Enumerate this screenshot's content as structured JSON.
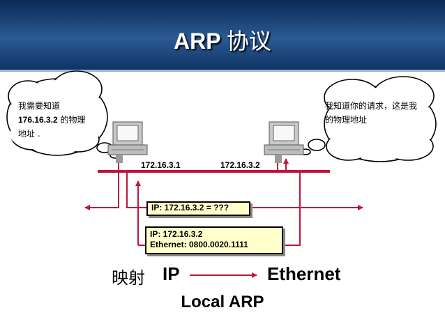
{
  "slide": {
    "title_latin": "ARP",
    "title_chinese": "协议"
  },
  "bubbles": {
    "left": {
      "line1": "我需要知道",
      "ip": "176.16.3.2",
      "line2_suffix": " 的物理",
      "line3": "地址 ."
    },
    "right": {
      "line1": "我知道你的请求，这是我",
      "line2": "的物理地址"
    }
  },
  "hosts": {
    "left_ip": "172.16.3.1",
    "right_ip": "172.16.3.2"
  },
  "messages": {
    "request": "IP: 172.16.3.2 = ???",
    "reply_ip": "IP: 172.16.3.2",
    "reply_ethernet": "Ethernet: 0800.0020.1111"
  },
  "mapping": {
    "chinese": "映射",
    "from": "IP",
    "to": "Ethernet"
  },
  "footer": "Local ARP",
  "colors": {
    "header_dark": "#0b2a57",
    "header_light": "#2c5a93",
    "network_lines": "#c0143c",
    "message_fill": "#ffffcc"
  }
}
